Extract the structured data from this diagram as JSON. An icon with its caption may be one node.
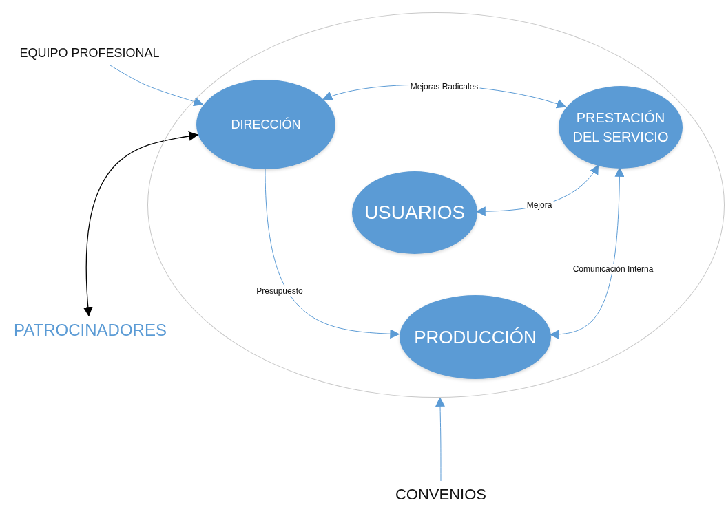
{
  "diagram": {
    "nodes": [
      {
        "text": [],
        "shape": "ellipse"
      },
      {
        "text": [
          "DIRECCIÓN"
        ],
        "in": 0
      },
      {
        "text": [
          "PRESTACIÓN DEL SERVICIO"
        ],
        "in": 0
      },
      {
        "text": [
          "USUARIOS"
        ],
        "in": 0
      },
      {
        "text": [
          "PRODUCCIÓN"
        ],
        "in": 0
      },
      {
        "text": [
          "EQUIPO PROFESIONAL"
        ]
      },
      {
        "text": [
          "PATROCINADORES"
        ]
      },
      {
        "text": [
          "CONVENIOS"
        ]
      }
    ],
    "edges": [
      {
        "from": 5,
        "to": 1,
        "arrow": "to"
      },
      {
        "from": 1,
        "to": 2,
        "arrow": "both",
        "label": "Mejoras Radicales"
      },
      {
        "from": 2,
        "to": 3,
        "arrow": "both",
        "label": "Mejora"
      },
      {
        "from": 1,
        "to": 4,
        "arrow": "to",
        "label": "Presupuesto"
      },
      {
        "from": 2,
        "to": 4,
        "arrow": "both",
        "label": "Comunicación Interna"
      },
      {
        "from": 6,
        "to": 1,
        "arrow": "both",
        "color": "#000000"
      },
      {
        "from": 7,
        "to": 0,
        "arrow": "to"
      }
    ]
  }
}
